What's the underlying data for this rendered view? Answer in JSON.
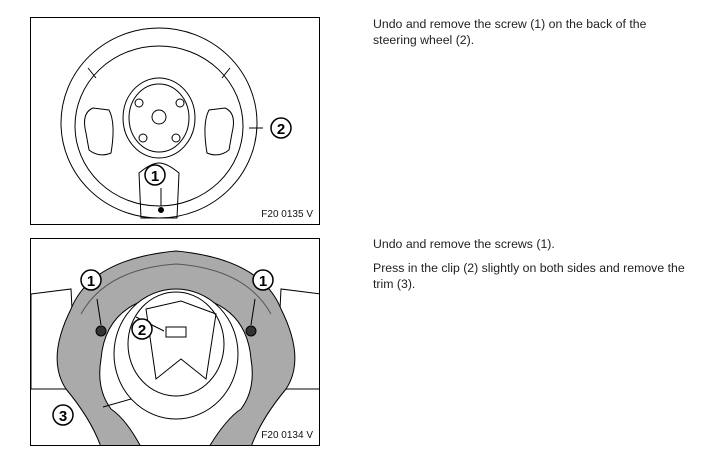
{
  "steps": [
    {
      "figure_id": "F20 0135 V",
      "callouts": [
        "1",
        "2"
      ],
      "paragraphs": [
        "Undo and remove the screw (1) on the back of the steering wheel (2)."
      ]
    },
    {
      "figure_id": "F20 0134 V",
      "callouts": [
        "1",
        "1",
        "2",
        "3"
      ],
      "paragraphs": [
        "Undo and remove the screws (1).",
        "Press in the clip (2) slightly on both sides and remove the trim (3)."
      ]
    }
  ]
}
